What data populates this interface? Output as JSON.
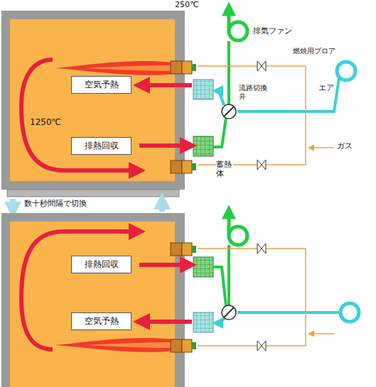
{
  "diagram": {
    "nodes": [
      {
        "text": [
          "1250℃"
        ]
      },
      {
        "text": [
          "空気予熱"
        ],
        "in": 0
      },
      {
        "text": [
          "排熱回収"
        ],
        "in": 0
      },
      {
        "text": [
          "排熱回収"
        ]
      },
      {
        "text": [
          "空気予熱"
        ]
      }
    ],
    "labels": [
      "250℃",
      "排気ファン",
      "流路切換弁",
      "燃焼用ブロア",
      "エア",
      "ガス",
      "蓄熱体",
      "数十秒間隔で切換"
    ]
  }
}
